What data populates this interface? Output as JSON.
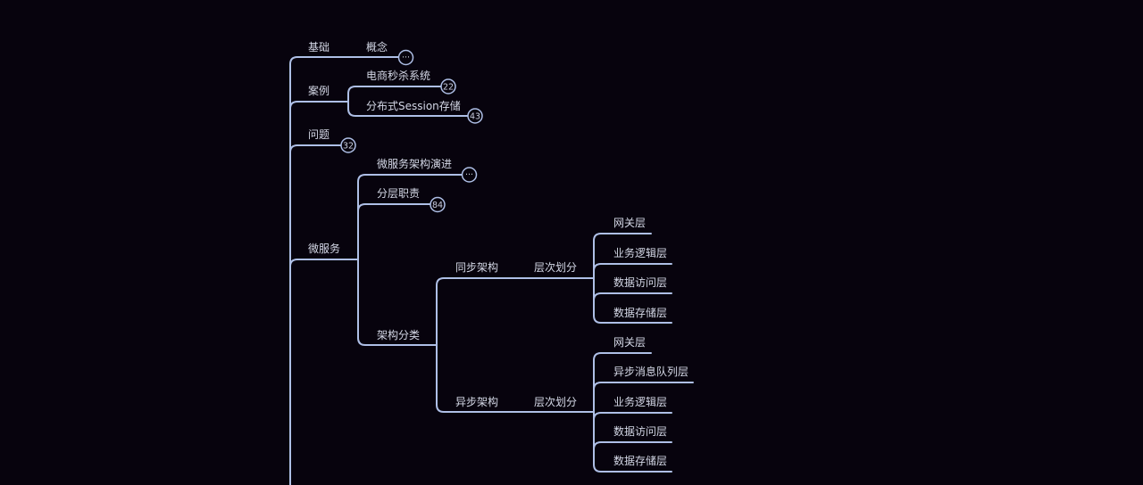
{
  "colors": {
    "background": "#07030d",
    "line": "#aebfe6",
    "text": "#d4d8e6"
  },
  "icons": {
    "more": "ellipsis-icon"
  },
  "nodes": {
    "jichu": "基础",
    "gainian": "概念",
    "more_1": "···",
    "anli": "案例",
    "dianshang": "电商秒杀系统",
    "dianshang_count": "22",
    "fenbushi": "分布式Session存储",
    "fenbushi_count": "43",
    "wenti": "问题",
    "wenti_count": "32",
    "weifuwu": "微服务",
    "yanjin": "微服务架构演进",
    "more_2": "···",
    "fenceng": "分层职责",
    "fenceng_count": "84",
    "fenlei": "架构分类",
    "tongbu": "同步架构",
    "tongbu_cengci": "层次划分",
    "t_wangguan": "网关层",
    "t_yewu": "业务逻辑层",
    "t_fangwen": "数据访问层",
    "t_cunchu": "数据存储层",
    "yibu": "异步架构",
    "yibu_cengci": "层次划分",
    "y_wangguan": "网关层",
    "y_xiaoxi": "异步消息队列层",
    "y_yewu": "业务逻辑层",
    "y_fangwen": "数据访问层",
    "y_cunchu": "数据存储层"
  }
}
